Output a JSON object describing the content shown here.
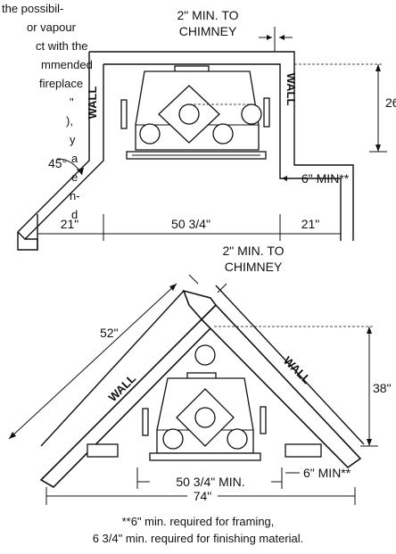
{
  "text_fragments": [
    "the possibil-",
    "or vapour",
    "ct with the",
    "mmended",
    "fireplace",
    "\"",
    "),",
    "y",
    "a",
    "e",
    "n-",
    "d"
  ],
  "top_diagram": {
    "chimney_label_line1": "2\" MIN. TO",
    "chimney_label_line2": "CHIMNEY",
    "wall_left": "WALL",
    "wall_right": "WALL",
    "angle": "45°",
    "depth": "26\"",
    "min_framing": "6\" MIN**",
    "dim_left": "21\"",
    "dim_center": "50 3/4\"",
    "dim_right": "21\""
  },
  "bottom_diagram": {
    "chimney_label_line1": "2\" MIN. TO",
    "chimney_label_line2": "CHIMNEY",
    "wall_left": "WALL",
    "wall_right": "WALL",
    "diag": "52\"",
    "depth": "38\"",
    "width_min": "50 3/4\" MIN.",
    "min_framing": "6\" MIN**",
    "overall": "74\""
  },
  "footnote_line1": "**6\" min. required for framing,",
  "footnote_line2": "6 3/4\" min. required for finishing material."
}
